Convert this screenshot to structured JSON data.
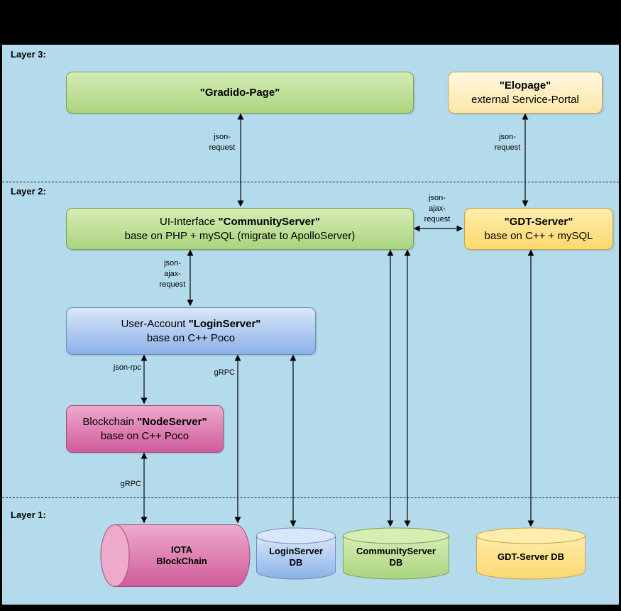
{
  "colors": {
    "canvas_bg": "#000000",
    "diagram_bg": "#b4dbeb",
    "line": "#000000",
    "green_light": "#d6edb4",
    "green_dark": "#aad47f",
    "green_border": "#7e9f4e",
    "cream_light": "#fff7e0",
    "cream_dark": "#fbe7a8",
    "gold_light": "#ffedad",
    "gold_dark": "#fcd86f",
    "yellow_border": "#c7a33f",
    "blue_light": "#d9e7fa",
    "blue_dark": "#8cb1e7",
    "blue_border": "#6c8cba",
    "pink_light": "#edaacb",
    "pink_dark": "#d05c9b",
    "pink_border": "#a54a7c"
  },
  "layers": {
    "l3": "Layer 3:",
    "l2": "Layer 2:",
    "l1": "Layer 1:"
  },
  "nodes": {
    "gradido": {
      "name": "\"Gradido-Page\""
    },
    "elopage": {
      "name": "\"Elopage\"",
      "line2": "external Service-Portal"
    },
    "community": {
      "prefix": "UI-Interface ",
      "name": "\"CommunityServer\"",
      "line2": "base on PHP + mySQL (migrate to ApolloServer)"
    },
    "gdt": {
      "name": "\"GDT-Server\"",
      "line2": "base on C++ + mySQL"
    },
    "login": {
      "prefix": "User-Account ",
      "name": "\"LoginServer\"",
      "line2": "base on C++ Poco"
    },
    "nodeserver": {
      "prefix": "Blockchain ",
      "name": "\"NodeServer\"",
      "line2": "base on C++ Poco"
    },
    "iota": {
      "line1": "IOTA",
      "line2": "BlockChain"
    },
    "login_db": {
      "line1": "LoginServer",
      "line2": "DB"
    },
    "community_db": {
      "line1": "CommunityServer",
      "line2": "DB"
    },
    "gdt_db": {
      "line1": "GDT-Server DB"
    }
  },
  "edge_labels": {
    "gradido_community": {
      "l1": "json-",
      "l2": "request"
    },
    "elopage_gdt": {
      "l1": "json-",
      "l2": "request"
    },
    "community_gdt": {
      "l1": "json-",
      "l2": "ajax-",
      "l3": "request"
    },
    "community_login": {
      "l1": "json-",
      "l2": "ajax-",
      "l3": "request"
    },
    "login_node": {
      "l1": "json-rpc"
    },
    "login_iota": {
      "l1": "gRPC"
    },
    "node_iota": {
      "l1": "gRPC"
    }
  }
}
